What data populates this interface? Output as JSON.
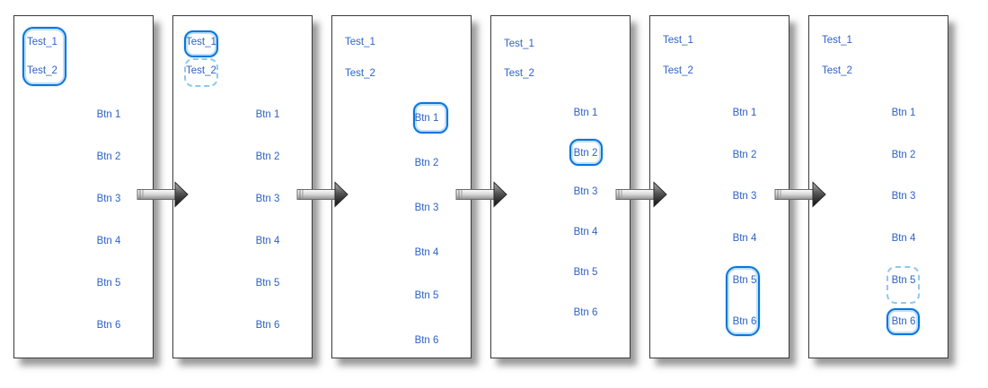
{
  "colors": {
    "label_text": "#2d62c9",
    "focus_ring_solid": "#0a76da",
    "focus_ring_dashed": "#8ec9ee",
    "panel_border": "#3a3a3a",
    "panel_background": "#ffffff"
  },
  "panels": [
    {
      "name": "screen-1",
      "tests": [
        {
          "label": "Test_1"
        },
        {
          "label": "Test_2"
        }
      ],
      "buttons": [
        {
          "label": "Btn 1"
        },
        {
          "label": "Btn 2"
        },
        {
          "label": "Btn 3"
        },
        {
          "label": "Btn 4"
        },
        {
          "label": "Btn 5"
        },
        {
          "label": "Btn 6"
        }
      ],
      "focus": {
        "solid": "Test_1 + Test_2 (group ring)",
        "dashed": ""
      }
    },
    {
      "name": "screen-2",
      "tests": [
        {
          "label": "Test_1"
        },
        {
          "label": "Test_2"
        }
      ],
      "buttons": [
        {
          "label": "Btn 1"
        },
        {
          "label": "Btn 2"
        },
        {
          "label": "Btn 3"
        },
        {
          "label": "Btn 4"
        },
        {
          "label": "Btn 5"
        },
        {
          "label": "Btn 6"
        }
      ],
      "focus": {
        "solid": "Test_1",
        "dashed": "Test_2"
      }
    },
    {
      "name": "screen-3",
      "tests": [
        {
          "label": "Test_1"
        },
        {
          "label": "Test_2"
        }
      ],
      "buttons": [
        {
          "label": "Btn 1"
        },
        {
          "label": "Btn 2"
        },
        {
          "label": "Btn 3"
        },
        {
          "label": "Btn 4"
        },
        {
          "label": "Btn 5"
        },
        {
          "label": "Btn 6"
        }
      ],
      "focus": {
        "solid": "Btn 1",
        "dashed": ""
      }
    },
    {
      "name": "screen-4",
      "tests": [
        {
          "label": "Test_1"
        },
        {
          "label": "Test_2"
        }
      ],
      "buttons": [
        {
          "label": "Btn 1"
        },
        {
          "label": "Btn 2"
        },
        {
          "label": "Btn 3"
        },
        {
          "label": "Btn 4"
        },
        {
          "label": "Btn 5"
        },
        {
          "label": "Btn 6"
        }
      ],
      "focus": {
        "solid": "Btn 2",
        "dashed": ""
      }
    },
    {
      "name": "screen-5",
      "tests": [
        {
          "label": "Test_1"
        },
        {
          "label": "Test_2"
        }
      ],
      "buttons": [
        {
          "label": "Btn 1"
        },
        {
          "label": "Btn 2"
        },
        {
          "label": "Btn 3"
        },
        {
          "label": "Btn 4"
        },
        {
          "label": "Btn 5"
        },
        {
          "label": "Btn 6"
        }
      ],
      "focus": {
        "solid": "Btn 5 + Btn 6 (group ring)",
        "dashed": ""
      }
    },
    {
      "name": "screen-6",
      "tests": [
        {
          "label": "Test_1"
        },
        {
          "label": "Test_2"
        }
      ],
      "buttons": [
        {
          "label": "Btn 1"
        },
        {
          "label": "Btn 2"
        },
        {
          "label": "Btn 3"
        },
        {
          "label": "Btn 4"
        },
        {
          "label": "Btn 5"
        },
        {
          "label": "Btn 6"
        }
      ],
      "focus": {
        "solid": "Btn 6",
        "dashed": "Btn 5"
      }
    }
  ],
  "arrows": [
    {
      "name": "flow-arrow-1",
      "direction": "right"
    },
    {
      "name": "flow-arrow-2",
      "direction": "right"
    },
    {
      "name": "flow-arrow-3",
      "direction": "right"
    },
    {
      "name": "flow-arrow-4",
      "direction": "right"
    },
    {
      "name": "flow-arrow-5",
      "direction": "right"
    }
  ]
}
